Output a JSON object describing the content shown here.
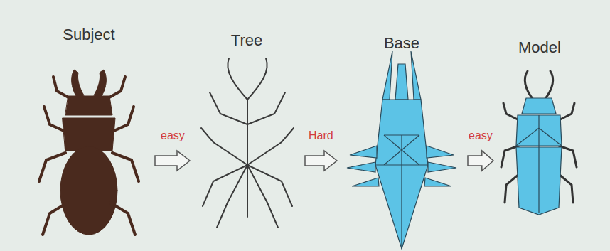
{
  "diagram": {
    "nodes": [
      {
        "text": [
          "Subject"
        ]
      },
      {
        "text": [
          "Tree"
        ]
      },
      {
        "text": [
          "Base"
        ]
      },
      {
        "text": [
          "Model"
        ]
      }
    ],
    "edges": [
      {
        "from": 0,
        "to": 1,
        "arrow": "to",
        "label": "easy"
      },
      {
        "from": 1,
        "to": 2,
        "arrow": "to",
        "label": "Hard"
      },
      {
        "from": 2,
        "to": 3,
        "arrow": "to",
        "label": "easy"
      }
    ]
  }
}
